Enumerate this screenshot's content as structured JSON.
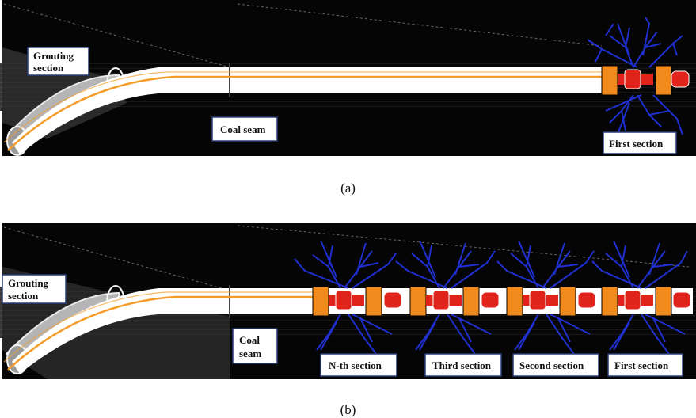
{
  "panel_a": {
    "caption": "(a)",
    "labels": {
      "grouting": [
        "Grouting",
        "section"
      ],
      "coal_seam": "Coal seam",
      "first_section": "First section"
    }
  },
  "panel_b": {
    "caption": "(b)",
    "labels": {
      "grouting": [
        "Grouting",
        "section"
      ],
      "coal_seam": [
        "Coal",
        "seam"
      ],
      "nth_section": "N-th section",
      "third_section": "Third section",
      "second_section": "Second section",
      "first_section": "First section"
    }
  },
  "colors": {
    "background": "#050505",
    "borehole": "#ffffff",
    "pipe": "#f39c2a",
    "packer": "#f08a1c",
    "tool": "#e0241c",
    "fracture": "#1f2fd0",
    "label_border": "#2a3c78"
  }
}
